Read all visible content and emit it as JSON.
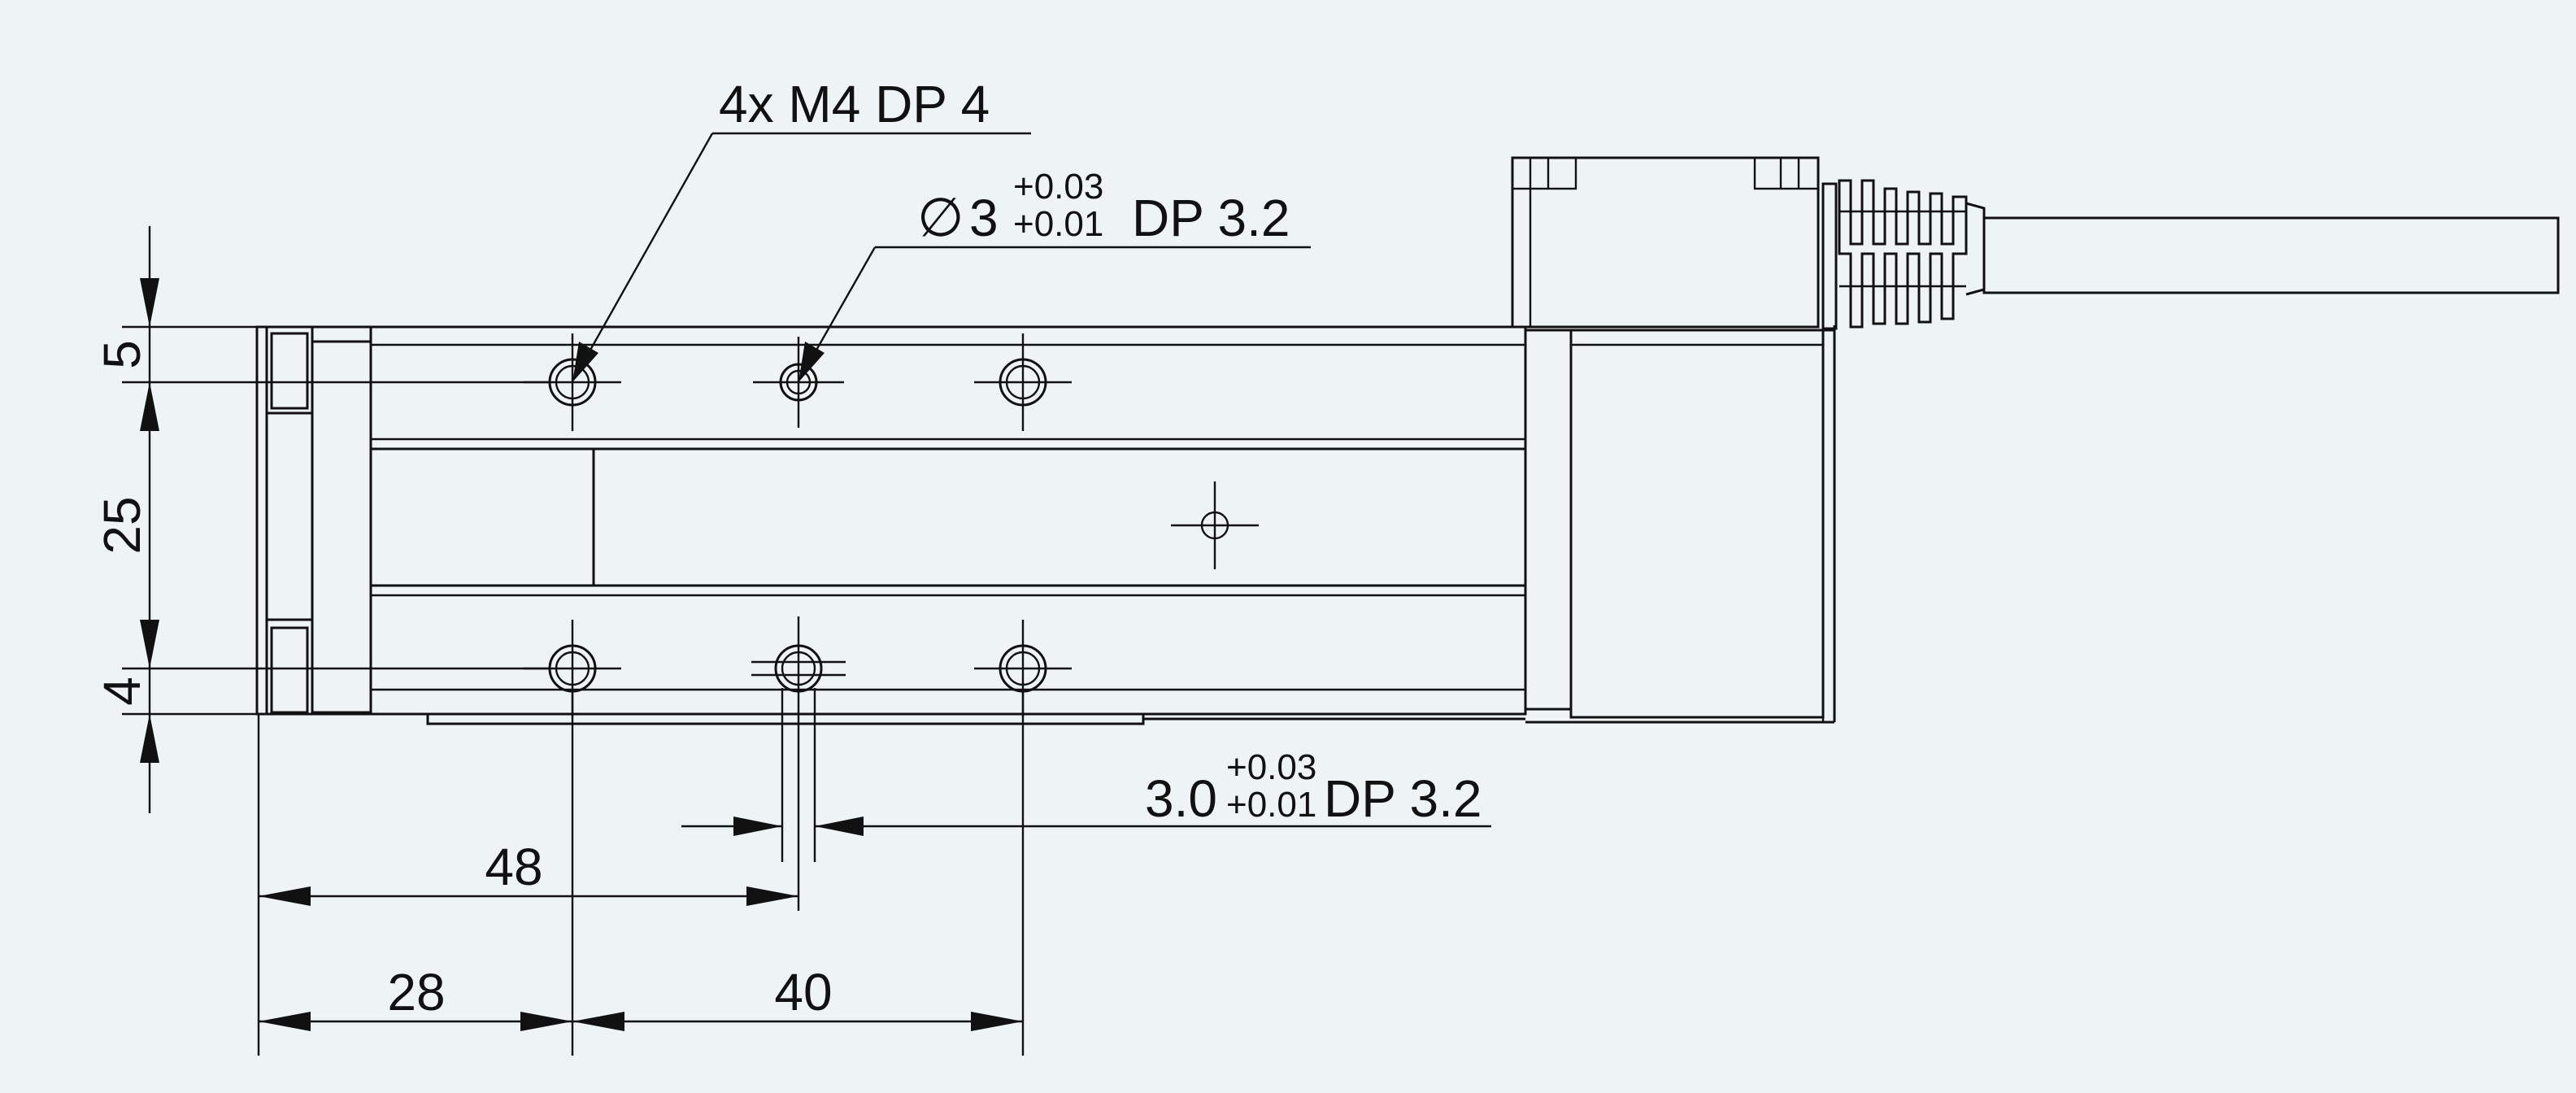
{
  "callouts": {
    "thread": "4x M4 DP 4",
    "pin_symbol": "∅",
    "pin_nominal": "3",
    "pin_tol_upper": "+0.03",
    "pin_tol_lower": "+0.01",
    "pin_depth": "DP 3.2",
    "slot_nominal": "3.0",
    "slot_tol_upper": "+0.03",
    "slot_tol_lower": "+0.01",
    "slot_depth": "DP 3.2"
  },
  "dimensions": {
    "top_offset": "5",
    "spacing": "25",
    "bottom_offset": "4",
    "to_pin": "48",
    "to_first_hole": "28",
    "hole_pitch": "40"
  },
  "colors": {
    "background": "#eef3f6",
    "line": "#111111"
  }
}
